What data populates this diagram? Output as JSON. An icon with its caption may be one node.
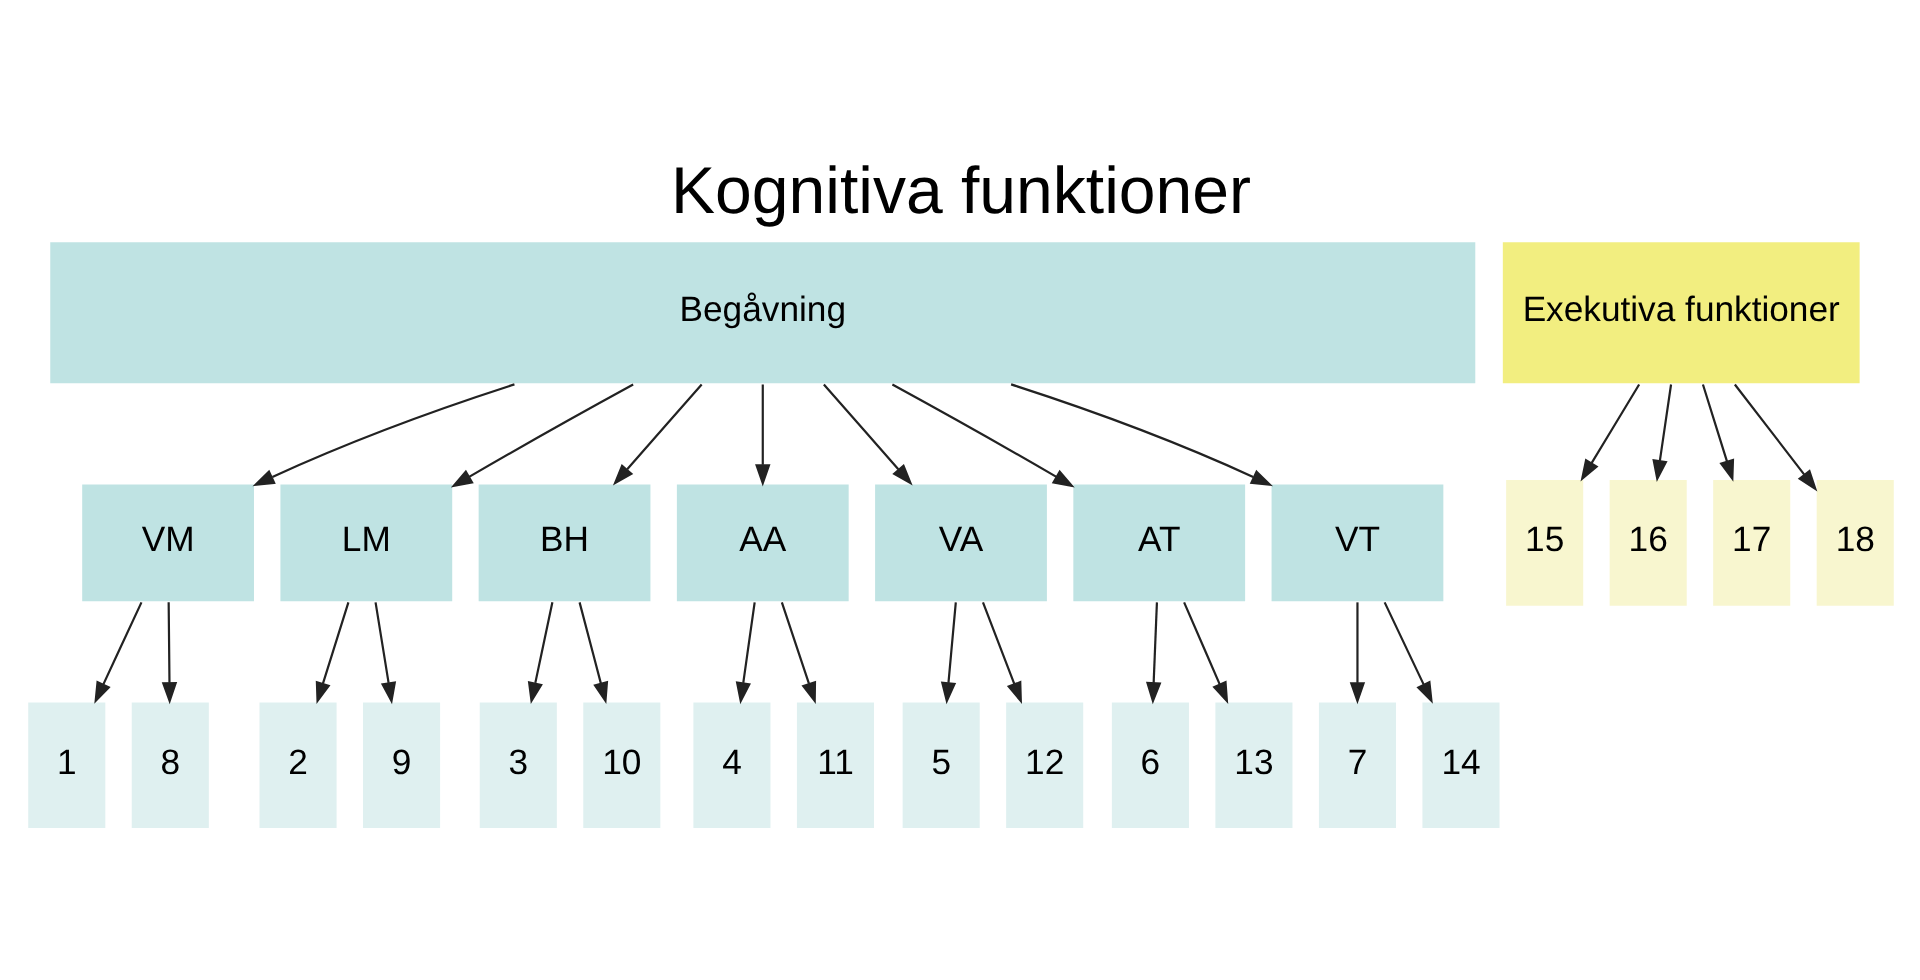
{
  "diagram": {
    "title": "Kognitiva funktioner",
    "nodes": [
      {
        "text": [
          "Begåvning"
        ]
      },
      {
        "text": [
          "Exekutiva funktioner"
        ]
      },
      {
        "text": [
          "VM"
        ]
      },
      {
        "text": [
          "LM"
        ]
      },
      {
        "text": [
          "BH"
        ]
      },
      {
        "text": [
          "AA"
        ]
      },
      {
        "text": [
          "VA"
        ]
      },
      {
        "text": [
          "AT"
        ]
      },
      {
        "text": [
          "VT"
        ]
      },
      {
        "text": [
          "1"
        ]
      },
      {
        "text": [
          "8"
        ]
      },
      {
        "text": [
          "2"
        ]
      },
      {
        "text": [
          "9"
        ]
      },
      {
        "text": [
          "3"
        ]
      },
      {
        "text": [
          "10"
        ]
      },
      {
        "text": [
          "4"
        ]
      },
      {
        "text": [
          "11"
        ]
      },
      {
        "text": [
          "5"
        ]
      },
      {
        "text": [
          "12"
        ]
      },
      {
        "text": [
          "6"
        ]
      },
      {
        "text": [
          "13"
        ]
      },
      {
        "text": [
          "7"
        ]
      },
      {
        "text": [
          "14"
        ]
      },
      {
        "text": [
          "15"
        ]
      },
      {
        "text": [
          "16"
        ]
      },
      {
        "text": [
          "17"
        ]
      },
      {
        "text": [
          "18"
        ]
      }
    ],
    "edges": [
      {
        "from": 0,
        "to": 2,
        "arrow": "to"
      },
      {
        "from": 0,
        "to": 3,
        "arrow": "to"
      },
      {
        "from": 0,
        "to": 4,
        "arrow": "to"
      },
      {
        "from": 0,
        "to": 5,
        "arrow": "to"
      },
      {
        "from": 0,
        "to": 6,
        "arrow": "to"
      },
      {
        "from": 0,
        "to": 7,
        "arrow": "to"
      },
      {
        "from": 0,
        "to": 8,
        "arrow": "to"
      },
      {
        "from": 2,
        "to": 9,
        "arrow": "to"
      },
      {
        "from": 2,
        "to": 10,
        "arrow": "to"
      },
      {
        "from": 3,
        "to": 11,
        "arrow": "to"
      },
      {
        "from": 3,
        "to": 12,
        "arrow": "to"
      },
      {
        "from": 4,
        "to": 13,
        "arrow": "to"
      },
      {
        "from": 4,
        "to": 14,
        "arrow": "to"
      },
      {
        "from": 5,
        "to": 15,
        "arrow": "to"
      },
      {
        "from": 5,
        "to": 16,
        "arrow": "to"
      },
      {
        "from": 6,
        "to": 17,
        "arrow": "to"
      },
      {
        "from": 6,
        "to": 18,
        "arrow": "to"
      },
      {
        "from": 7,
        "to": 19,
        "arrow": "to"
      },
      {
        "from": 7,
        "to": 20,
        "arrow": "to"
      },
      {
        "from": 8,
        "to": 21,
        "arrow": "to"
      },
      {
        "from": 8,
        "to": 22,
        "arrow": "to"
      },
      {
        "from": 1,
        "to": 23,
        "arrow": "to"
      },
      {
        "from": 1,
        "to": 24,
        "arrow": "to"
      },
      {
        "from": 1,
        "to": 25,
        "arrow": "to"
      },
      {
        "from": 1,
        "to": 26,
        "arrow": "to"
      }
    ]
  }
}
